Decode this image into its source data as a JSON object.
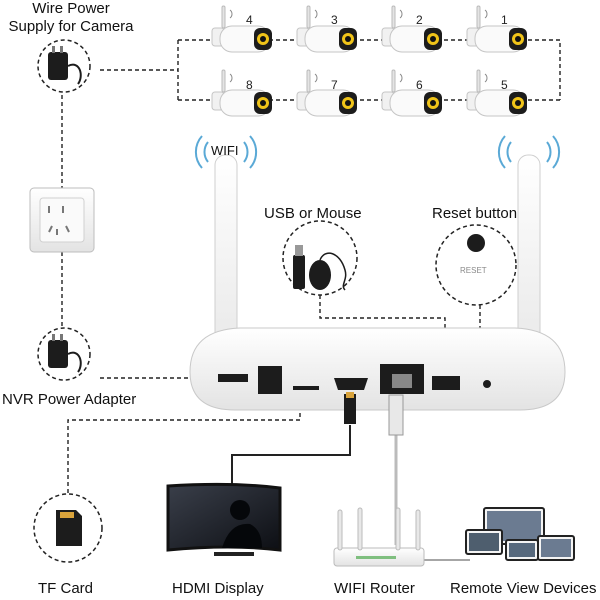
{
  "labels": {
    "wire_power": "Wire Power\nSupply for Camera",
    "wifi": "WIFI",
    "usb_mouse": "USB or Mouse",
    "reset_button": "Reset button",
    "reset_text": "RESET",
    "nvr_power": "NVR Power Adapter",
    "tf_card": "TF Card",
    "hdmi_display": "HDMI Display",
    "wifi_router": "WIFI Router",
    "remote_view": "Remote View Devices"
  },
  "cameras": [
    {
      "number": "4"
    },
    {
      "number": "3"
    },
    {
      "number": "2"
    },
    {
      "number": "1"
    },
    {
      "number": "8"
    },
    {
      "number": "7"
    },
    {
      "number": "6"
    },
    {
      "number": "5"
    }
  ],
  "colors": {
    "line": "#222222",
    "device_white": "#f4f4f4",
    "device_edge": "#c9c9c9",
    "port_dark": "#1c1c1c",
    "wifi_arc": "#5aa9d6",
    "camera_ring": "#f0c419"
  }
}
